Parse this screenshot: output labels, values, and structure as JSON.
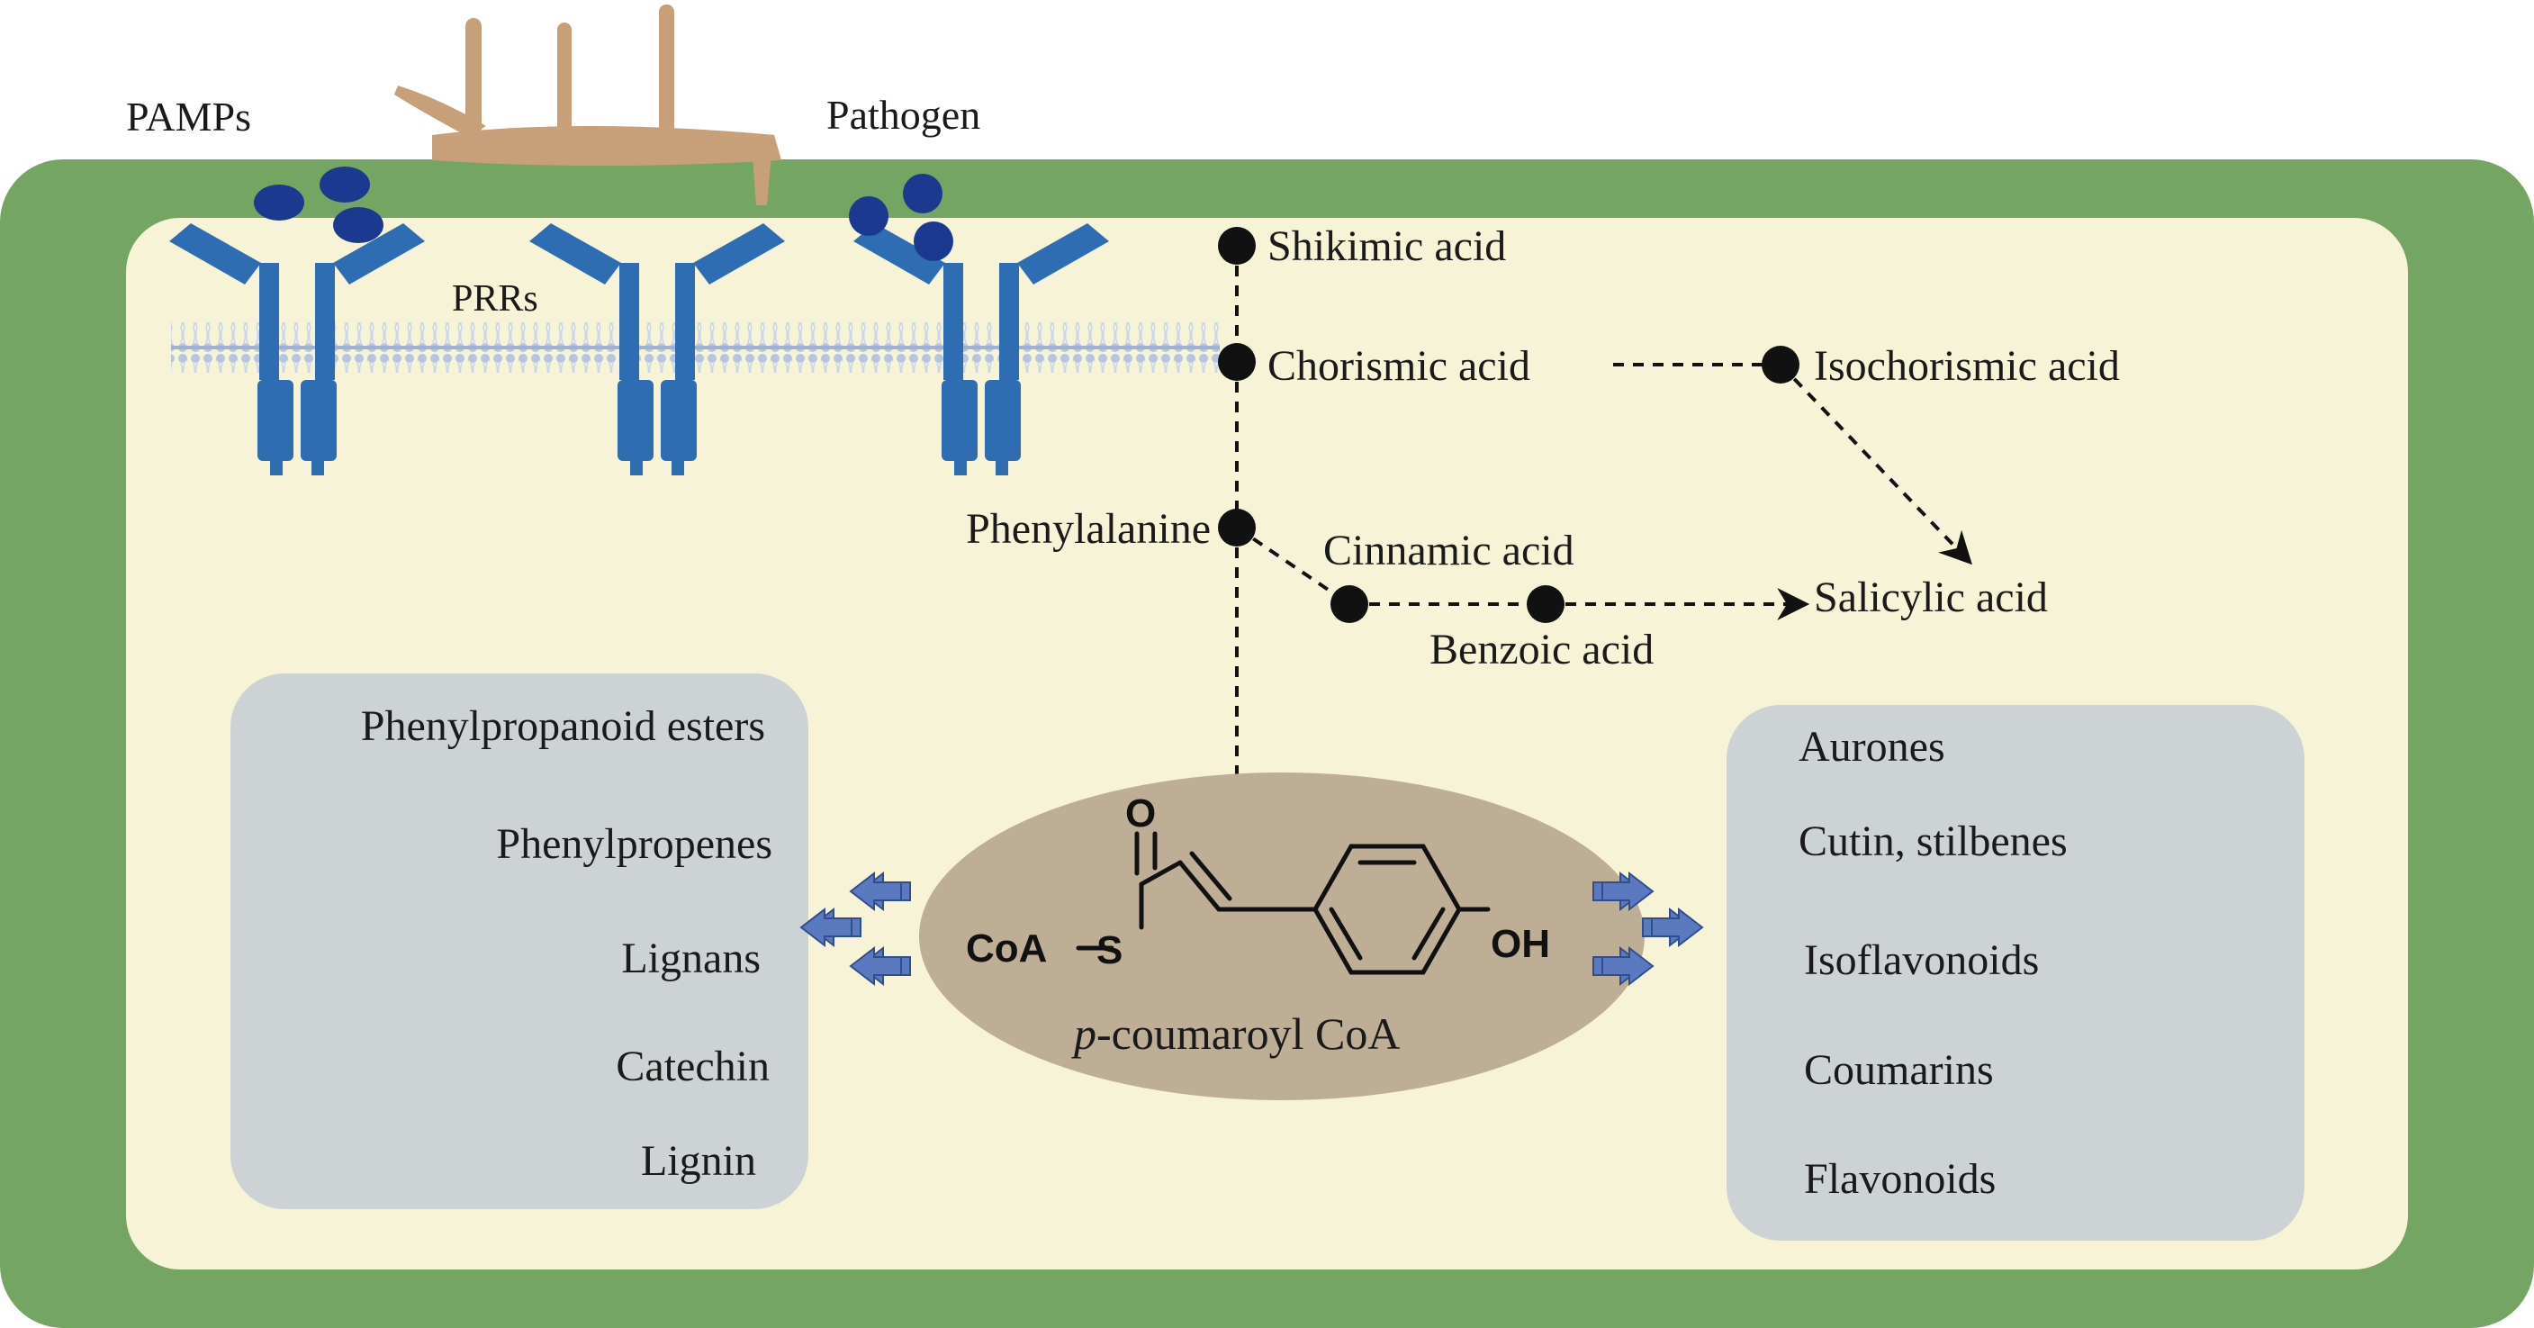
{
  "labels": {
    "pamps": "PAMPs",
    "pathogen": "Pathogen",
    "prrs": "PRRs"
  },
  "pathway": {
    "shikimic": "Shikimic acid",
    "chorismic": "Chorismic acid",
    "isochorismic": "Isochorismic acid",
    "phenylalanine": "Phenylalanine",
    "cinnamic": "Cinnamic acid",
    "benzoic": "Benzoic acid",
    "salicylic": "Salicylic acid"
  },
  "center": {
    "name_prefix": "p",
    "name_rest": "-coumaroyl CoA",
    "atoms": {
      "o": "O",
      "coa": "CoA",
      "s": "S",
      "oh": "OH"
    }
  },
  "left_box": {
    "items": [
      "Phenylpropanoid esters",
      "Phenylpropenes",
      "Lignans",
      "Catechin",
      "Lignin"
    ]
  },
  "right_box": {
    "items": [
      "Aurones",
      "Cutin, stilbenes",
      "Isoflavonoids",
      "Coumarins",
      "Flavonoids"
    ]
  },
  "colors": {
    "cell_wall": "#74a562",
    "cytoplasm": "#f6f3d6",
    "membrane": "#c3d0e4",
    "receptor": "#2f6db3",
    "pamp": "#1b3a8f",
    "pathogen": "#c7a07a",
    "side_box": "#cdd3d4",
    "center_ellipse": "#bfae96",
    "arrow": "#5b79bf"
  }
}
